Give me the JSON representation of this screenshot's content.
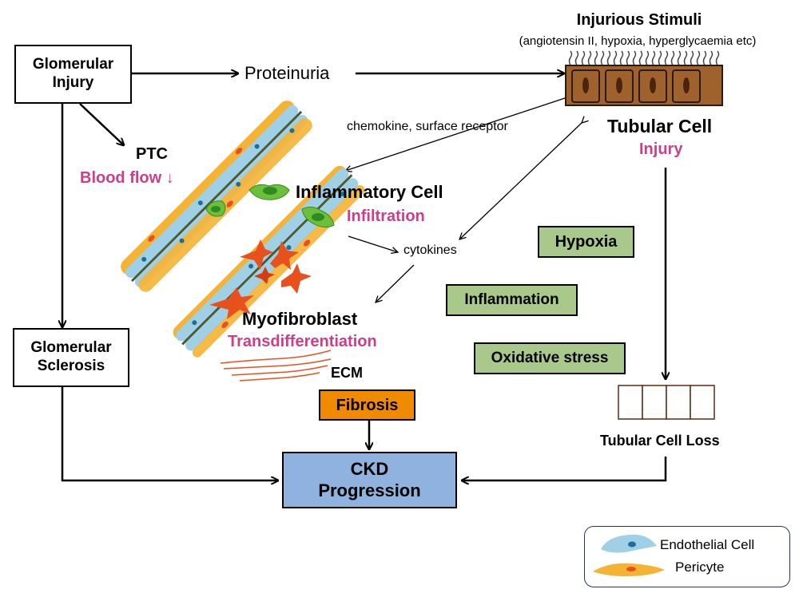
{
  "glomerular_injury": {
    "line1": "Glomerular",
    "line2": "Injury"
  },
  "glomerular_sclerosis": {
    "line1": "Glomerular",
    "line2": "Sclerosis"
  },
  "proteinuria": "Proteinuria",
  "injurious_stimuli": {
    "title": "Injurious Stimuli",
    "subtitle": "(angiotensin II, hypoxia, hyperglycaemia etc)"
  },
  "tubular_cell": {
    "title": "Tubular Cell",
    "status": "Injury"
  },
  "chemokine_label": "chemokine, surface receptor",
  "ptc": {
    "title": "PTC",
    "status": "Blood flow ↓"
  },
  "inflammatory_cell": {
    "title": "Inflammatory Cell",
    "status": "Infiltration"
  },
  "cytokines": "cytokines",
  "myofibroblast": {
    "title": "Myofibroblast",
    "status": "Transdifferentiation"
  },
  "ecm": "ECM",
  "fibrosis": "Fibrosis",
  "ckd": {
    "line1": "CKD",
    "line2": "Progression"
  },
  "factors": {
    "hypoxia": "Hypoxia",
    "inflammation": "Inflammation",
    "oxidative_stress": "Oxidative stress"
  },
  "tubular_cell_loss": "Tubular Cell Loss",
  "legend": {
    "endothelial": "Endothelial Cell",
    "pericyte": "Pericyte"
  },
  "colors": {
    "pink": "#cc3e8a",
    "green_box": "#a9c98a",
    "fibrosis": "#f08a00",
    "ckd": "#8fb3de",
    "endothelial": "#9fd0e6",
    "pericyte": "#f5b335",
    "tubular": "#a0622d",
    "myofibroblast": "#e8501e",
    "inflammatory": "#6cbf3a"
  }
}
